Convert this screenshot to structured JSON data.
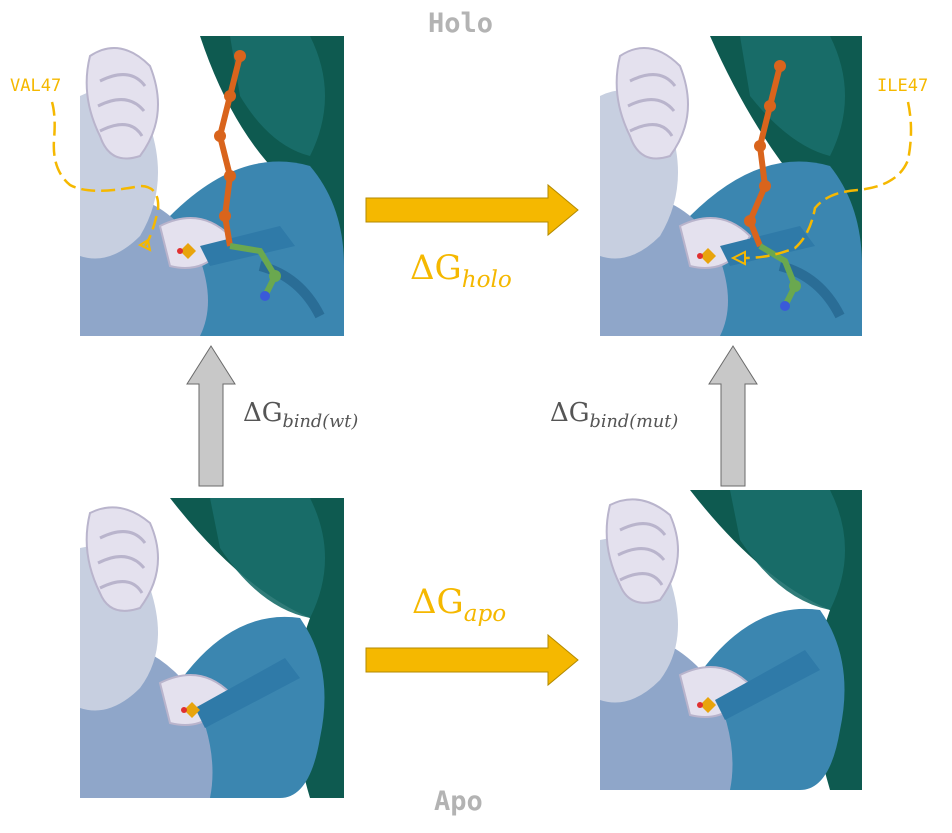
{
  "titles": {
    "top": "Holo",
    "bottom": "Apo"
  },
  "mutations": {
    "wild_type": "VAL47",
    "mutant": "ILE47"
  },
  "transitions": {
    "holo": {
      "delta": "ΔG",
      "var": "G",
      "sub": "holo"
    },
    "apo": {
      "delta": "ΔG",
      "var": "G",
      "sub": "apo"
    },
    "bind_wt": {
      "delta": "ΔG",
      "var": "G",
      "sub": "bind(wt)"
    },
    "bind_mut": {
      "delta": "ΔG",
      "var": "G",
      "sub": "bind(mut)"
    }
  },
  "panels": [
    {
      "id": "holo-wt",
      "ligand": true
    },
    {
      "id": "holo-mut",
      "ligand": true
    },
    {
      "id": "apo-wt",
      "ligand": false
    },
    {
      "id": "apo-mut",
      "ligand": false
    }
  ],
  "colors": {
    "accent": "#f5b800",
    "title_gray": "#b3b3b3",
    "gray_arrow": "#c8c8c8",
    "protein_dark": "#0e5a50",
    "protein_teal": "#1a6e6a",
    "protein_blue": "#3b86b0",
    "protein_light": "#8fa6c9",
    "protein_lavender": "#e4e1ee",
    "ligand_orange": "#d9641c",
    "ligand_green": "#6aa84f"
  }
}
